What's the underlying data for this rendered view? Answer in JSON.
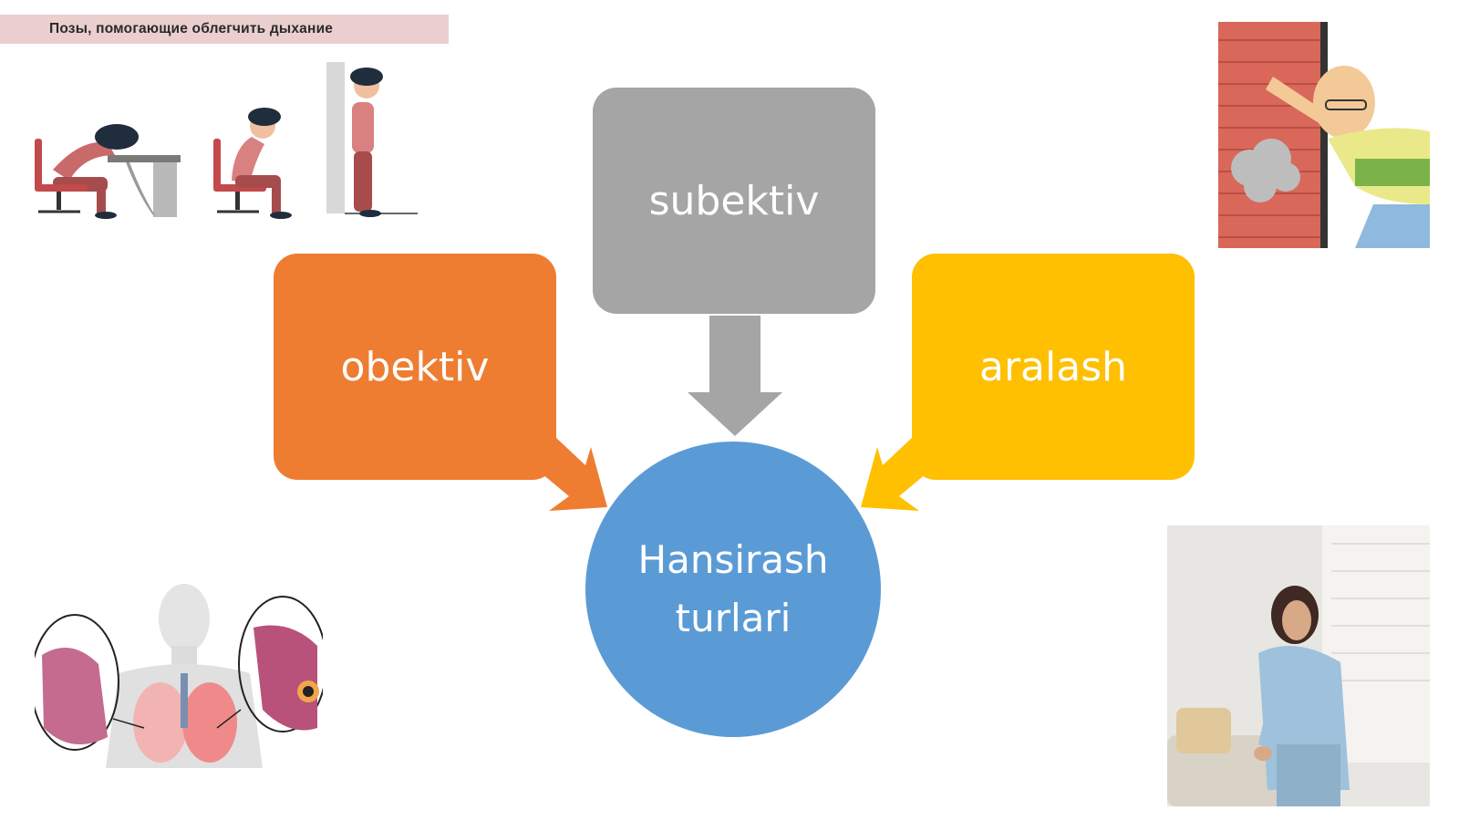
{
  "banner": {
    "text": "Позы, помогающие облегчить дыхание"
  },
  "diagram": {
    "nodes": {
      "obektiv": "obektiv",
      "subektiv": "subektiv",
      "aralash": "aralash",
      "center_line1": "Hansirash",
      "center_line2": "turlari"
    }
  },
  "colors": {
    "orange": "#ee7d31",
    "gray": "#a5a5a5",
    "yellow": "#fec000",
    "blue": "#5b9bd5",
    "banner_bg": "#ebcfcf"
  },
  "illustrations": {
    "top_left": "breathing-postures-illustration",
    "top_right": "man-short-of-breath-cartoon",
    "bottom_left": "lungs-bronchi-anatomy-illustration",
    "bottom_right": "woman-short-of-breath-photo"
  }
}
